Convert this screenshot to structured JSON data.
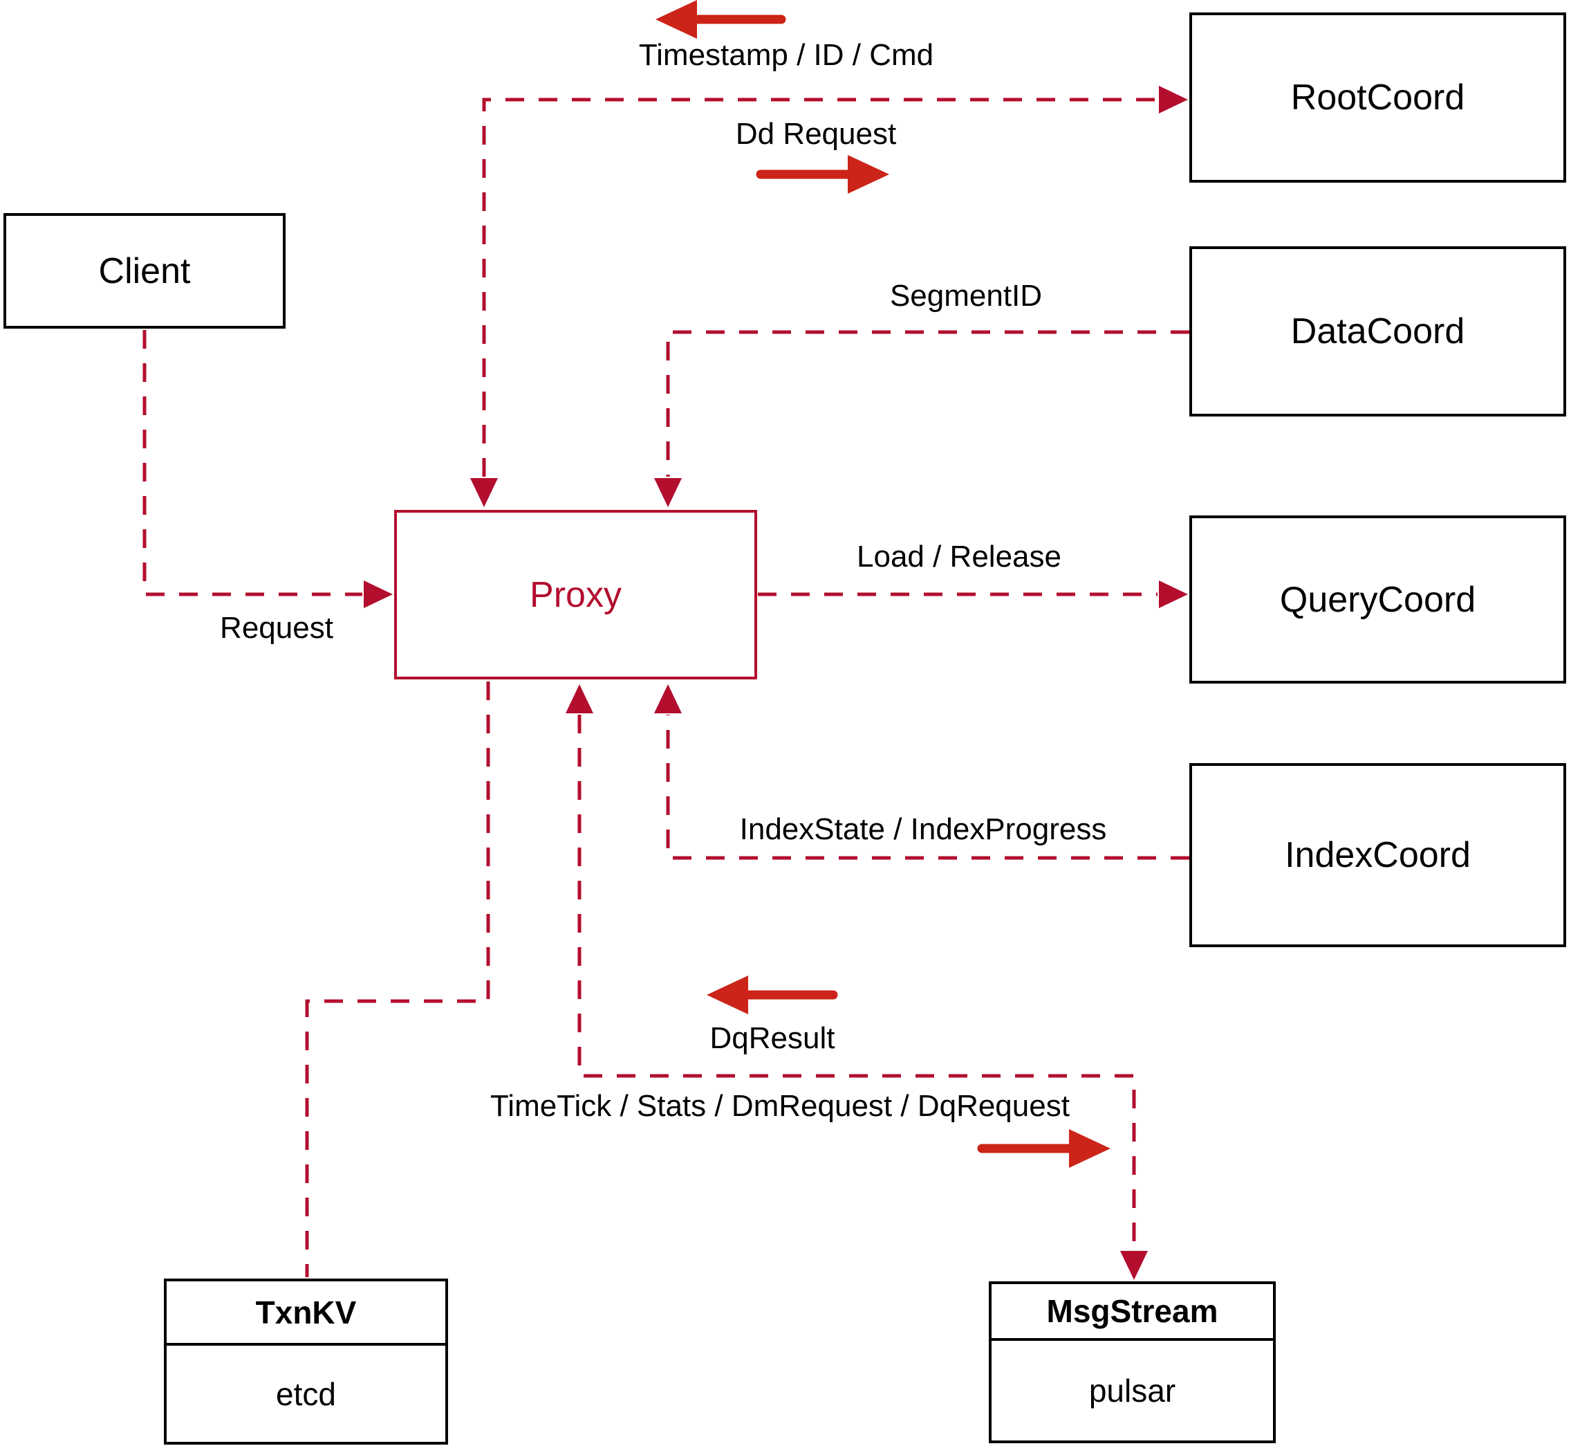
{
  "colors": {
    "line_red": "#b30e2e",
    "arrow_red": "#cc2418",
    "node_border": "#000000",
    "text": "#000000",
    "background": "#ffffff"
  },
  "nodes": {
    "client": "Client",
    "rootcoord": "RootCoord",
    "datacoord": "DataCoord",
    "querycoord": "QueryCoord",
    "indexcoord": "IndexCoord",
    "proxy": "Proxy",
    "txnkv": {
      "header": "TxnKV",
      "body": "etcd"
    },
    "msgstream": {
      "header": "MsgStream",
      "body": "pulsar"
    }
  },
  "edge_labels": {
    "timestamp": "Timestamp / ID / Cmd",
    "dd_request": "Dd Request",
    "segment_id": "SegmentID",
    "load_release": "Load / Release",
    "index_state": "IndexState / IndexProgress",
    "request": "Request",
    "dq_result": "DqResult",
    "timetick": "TimeTick / Stats / DmRequest / DqRequest"
  }
}
